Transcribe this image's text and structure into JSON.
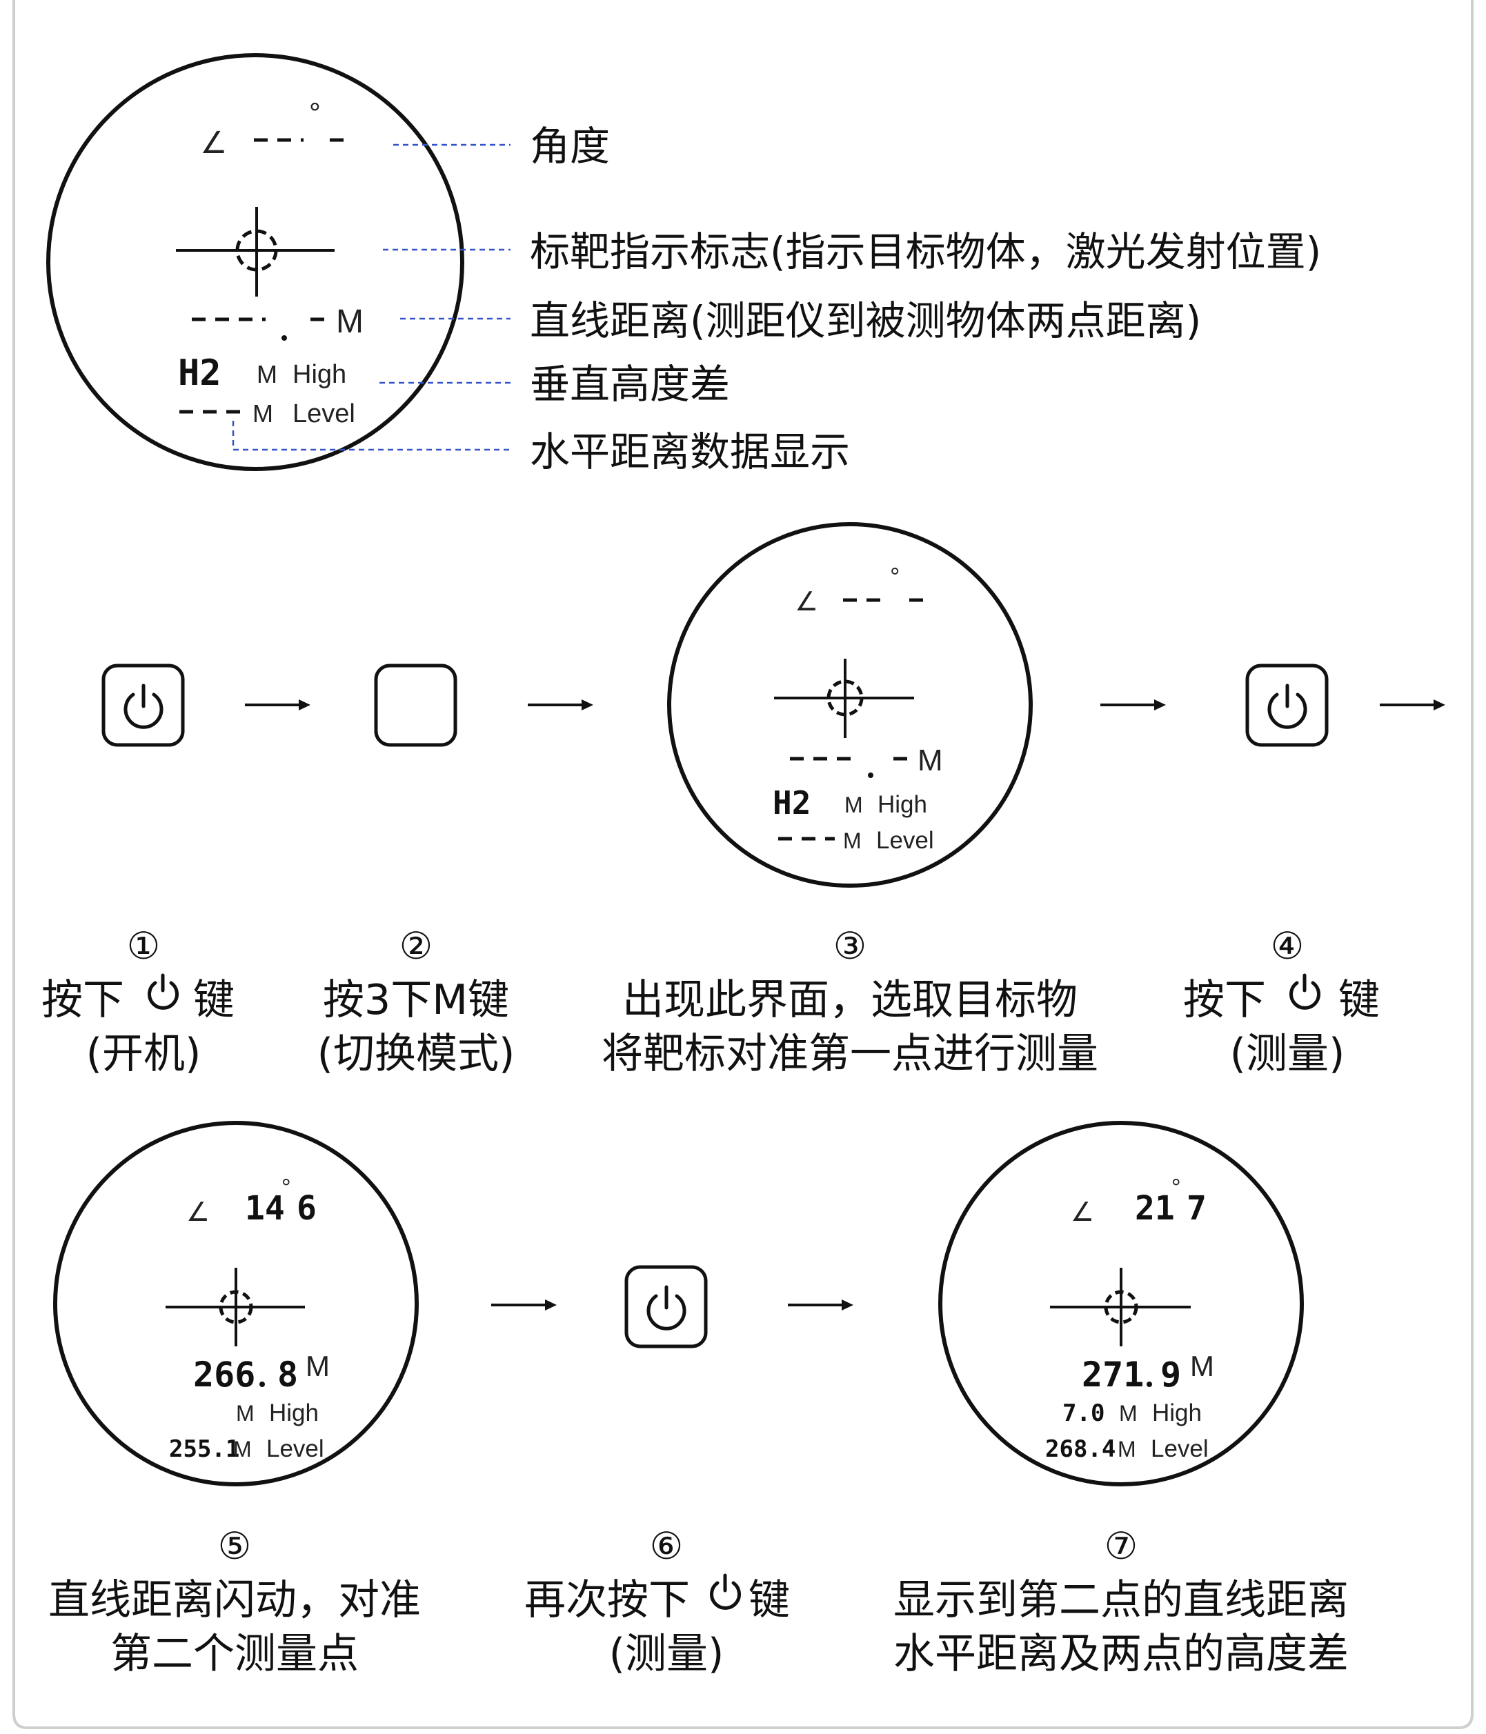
{
  "callouts": {
    "angle": "角度",
    "target": "标靶指示标志(指示目标物体，激光发射位置)",
    "distance": "直线距离(测距仪到被测物体两点距离)",
    "height": "垂直高度差",
    "horizontal": "水平距离数据显示"
  },
  "display_labels": {
    "meter": "M",
    "high": "High",
    "level": "Level",
    "mode_indicator": "H2",
    "angle_symbol": "∠",
    "degree": "°"
  },
  "screens": {
    "blank": {
      "angle_a": "--",
      "angle_b": "-",
      "dist_int": "---",
      "dist_dec": "-",
      "level": "---"
    },
    "step5": {
      "angle_a": "14",
      "angle_b": "6",
      "dist_int": "266",
      "dist_dec": "8",
      "level": "255.1"
    },
    "step7": {
      "angle_a": "21",
      "angle_b": "7",
      "dist_int": "271",
      "dist_dec": "9",
      "high": "7.0",
      "level": "268.4"
    }
  },
  "steps": [
    {
      "num": "①",
      "line1_pre": "按下",
      "line1_post": "键",
      "line2": "(开机)"
    },
    {
      "num": "②",
      "line1": "按3下M键",
      "line2": "(切换模式)"
    },
    {
      "num": "③",
      "line1": "出现此界面，选取目标物",
      "line2": "将靶标对准第一点进行测量"
    },
    {
      "num": "④",
      "line1_pre": "按下",
      "line1_post": "键",
      "line2": "(测量)"
    },
    {
      "num": "⑤",
      "line1": "直线距离闪动，对准",
      "line2": "第二个测量点"
    },
    {
      "num": "⑥",
      "line1_pre": "再次按下",
      "line1_post": "键",
      "line2": "(测量)"
    },
    {
      "num": "⑦",
      "line1": "显示到第二点的直线距离",
      "line2": "水平距离及两点的高度差"
    }
  ],
  "icons": {
    "power_button": "power-icon",
    "mode_button": "blank-square-button",
    "arrow": "arrow-right-icon",
    "reticle": "crosshair-icon"
  }
}
